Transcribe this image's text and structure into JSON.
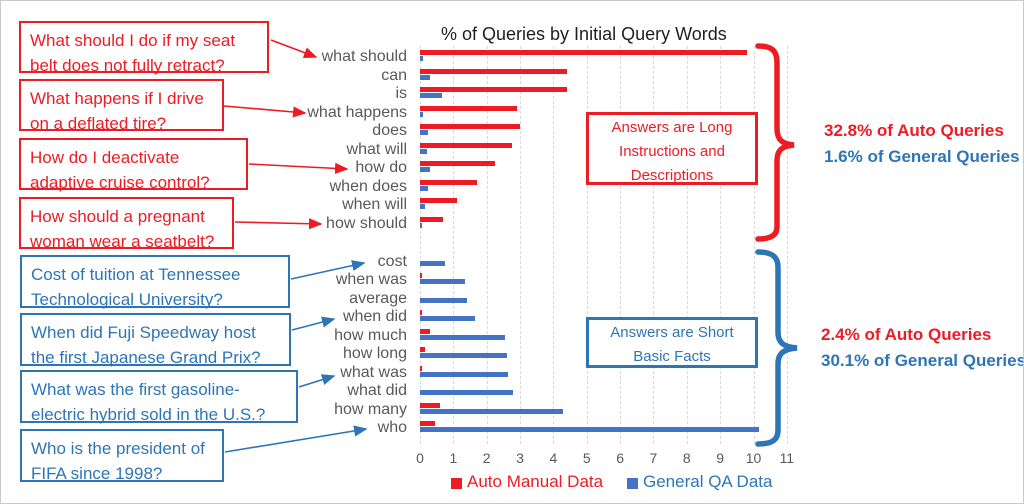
{
  "figure": {
    "title": "% of Queries by Initial Query Words"
  },
  "colors": {
    "auto_red": "#ED1C24",
    "general_blue": "#4472C4",
    "blue_accent": "#2E75B6",
    "label_gray": "#595959",
    "grid_gray": "#D9D9D9"
  },
  "chart_data": {
    "type": "bar",
    "orientation": "horizontal",
    "title": "% of Queries by Initial Query Words",
    "xlabel": "",
    "ylabel": "",
    "xlim": [
      0,
      11
    ],
    "xticks": [
      0,
      1,
      2,
      3,
      4,
      5,
      6,
      7,
      8,
      9,
      10,
      11
    ],
    "grid": true,
    "legend_position": "bottom",
    "series_meta": [
      {
        "name": "Auto Manual Data",
        "key": "auto",
        "color": "#ED1C24"
      },
      {
        "name": "General QA Data",
        "key": "general",
        "color": "#4472C4"
      }
    ],
    "groups": [
      {
        "name": "long-answer-queries",
        "rows": [
          {
            "category": "what should",
            "auto": 9.8,
            "general": 0.1
          },
          {
            "category": "can",
            "auto": 4.4,
            "general": 0.3
          },
          {
            "category": "is",
            "auto": 4.4,
            "general": 0.65
          },
          {
            "category": "what happens",
            "auto": 2.9,
            "general": 0.1
          },
          {
            "category": "does",
            "auto": 3.0,
            "general": 0.25
          },
          {
            "category": "what will",
            "auto": 2.75,
            "general": 0.2
          },
          {
            "category": "how do",
            "auto": 2.25,
            "general": 0.3
          },
          {
            "category": "when does",
            "auto": 1.7,
            "general": 0.25
          },
          {
            "category": "when will",
            "auto": 1.1,
            "general": 0.15
          },
          {
            "category": "how should",
            "auto": 0.7,
            "general": 0.05
          }
        ]
      },
      {
        "name": "short-answer-queries",
        "rows": [
          {
            "category": "cost",
            "auto": 0,
            "general": 0.75
          },
          {
            "category": "when was",
            "auto": 0.05,
            "general": 1.35
          },
          {
            "category": "average",
            "auto": 0,
            "general": 1.4
          },
          {
            "category": "when did",
            "auto": 0.05,
            "general": 1.65
          },
          {
            "category": "how much",
            "auto": 0.3,
            "general": 2.55
          },
          {
            "category": "how long",
            "auto": 0.15,
            "general": 2.6
          },
          {
            "category": "what was",
            "auto": 0.05,
            "general": 2.65
          },
          {
            "category": "what did",
            "auto": 0,
            "general": 2.8
          },
          {
            "category": "how many",
            "auto": 0.6,
            "general": 4.3
          },
          {
            "category": "who",
            "auto": 0.45,
            "general": 10.15
          }
        ]
      }
    ]
  },
  "callouts": [
    {
      "type": "red",
      "target": "what should",
      "lines": [
        "What should I do if my seat",
        "belt does not fully retract?"
      ]
    },
    {
      "type": "red",
      "target": "what happens",
      "lines": [
        "What happens if I drive",
        "on a deflated tire?"
      ]
    },
    {
      "type": "red",
      "target": "how do",
      "lines": [
        "How do I deactivate",
        "adaptive cruise control?"
      ]
    },
    {
      "type": "red",
      "target": "how should",
      "lines": [
        "How should a pregnant",
        "woman wear a seatbelt?"
      ]
    },
    {
      "type": "blue",
      "target": "cost",
      "lines": [
        "Cost of tuition at Tennessee",
        "Technological University?"
      ]
    },
    {
      "type": "blue",
      "target": "when did",
      "lines": [
        "When did Fuji Speedway host",
        "the first Japanese Grand Prix?"
      ]
    },
    {
      "type": "blue",
      "target": "what was",
      "lines": [
        "What was the first gasoline-",
        "electric hybrid sold in the U.S.?"
      ]
    },
    {
      "type": "blue",
      "target": "who",
      "lines": [
        "Who is the president of",
        "FIFA since 1998?"
      ]
    }
  ],
  "notes": {
    "long": {
      "lines": [
        "Answers are Long",
        "Instructions and",
        "Descriptions"
      ]
    },
    "short": {
      "lines": [
        "Answers are Short",
        "Basic Facts"
      ]
    }
  },
  "summaries": {
    "top_auto": "32.8% of Auto Queries",
    "top_general": "1.6% of General Queries",
    "bottom_auto": "2.4% of Auto Queries",
    "bottom_general": "30.1% of General Queries"
  }
}
